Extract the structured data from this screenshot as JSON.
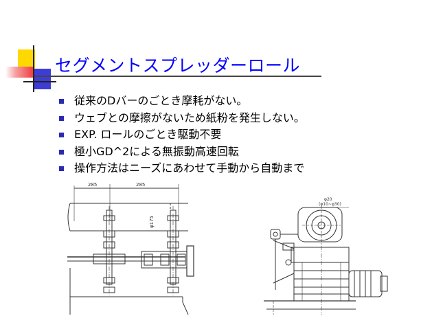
{
  "slide": {
    "title": "セグメントスプレッダーロール",
    "bullets": [
      "従来のDバーのごとき摩耗がない。",
      "ウェブとの摩擦がないため紙粉を発生しない。",
      "EXP. ロールのごとき駆動不要",
      "極小GD^2による無振動高速回転",
      "操作方法はニーズにあわせて手動から自動まで"
    ]
  },
  "drawing": {
    "dim_left": "285",
    "dim_right": "285",
    "dim_vertical": "φ175",
    "dim_top_right": "φ20",
    "dim_top_right_sub": "(φ10~φ30)"
  },
  "colors": {
    "title": "#0000ff",
    "bullet": "#2a2ab0",
    "deco_yellow": "#ffd800",
    "deco_red": "#f0383c",
    "deco_blue": "#3d3dd6"
  }
}
